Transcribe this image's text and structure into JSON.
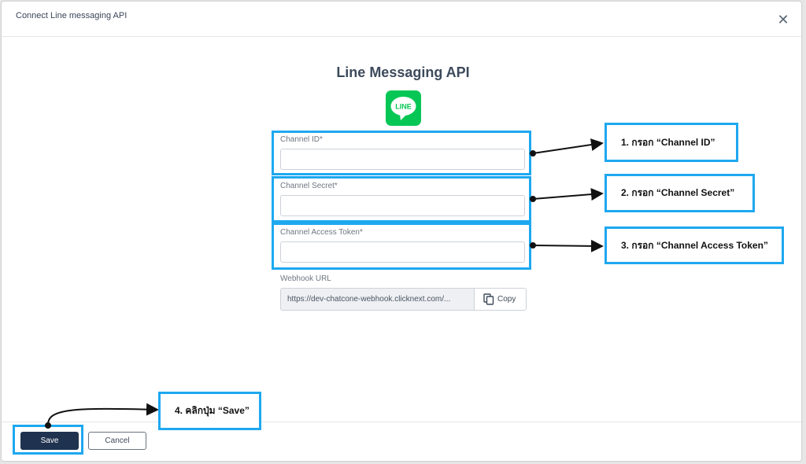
{
  "dialog": {
    "title": "Connect Line messaging API",
    "close_icon": "close-icon"
  },
  "app": {
    "title": "Line Messaging API",
    "logo_text": "LINE",
    "logo_color": "#06c755"
  },
  "form": {
    "channel_id": {
      "label": "Channel ID*",
      "value": ""
    },
    "channel_secret": {
      "label": "Channel Secret*",
      "value": ""
    },
    "channel_access_token": {
      "label": "Channel Access Token*",
      "value": ""
    },
    "webhook": {
      "label": "Webhook URL",
      "value": "https://dev-chatcone-webhook.clicknext.com/...",
      "copy_label": "Copy"
    }
  },
  "footer": {
    "save_label": "Save",
    "cancel_label": "Cancel"
  },
  "annotations": {
    "step1": "1. กรอก “Channel ID”",
    "step2": "2. กรอก “Channel Secret”",
    "step3": "3. กรอก “Channel Access Token”",
    "step4": "4. คลิกปุ่ม “Save”"
  },
  "colors": {
    "highlight": "#1ea8f0",
    "save_button": "#1f3350"
  }
}
